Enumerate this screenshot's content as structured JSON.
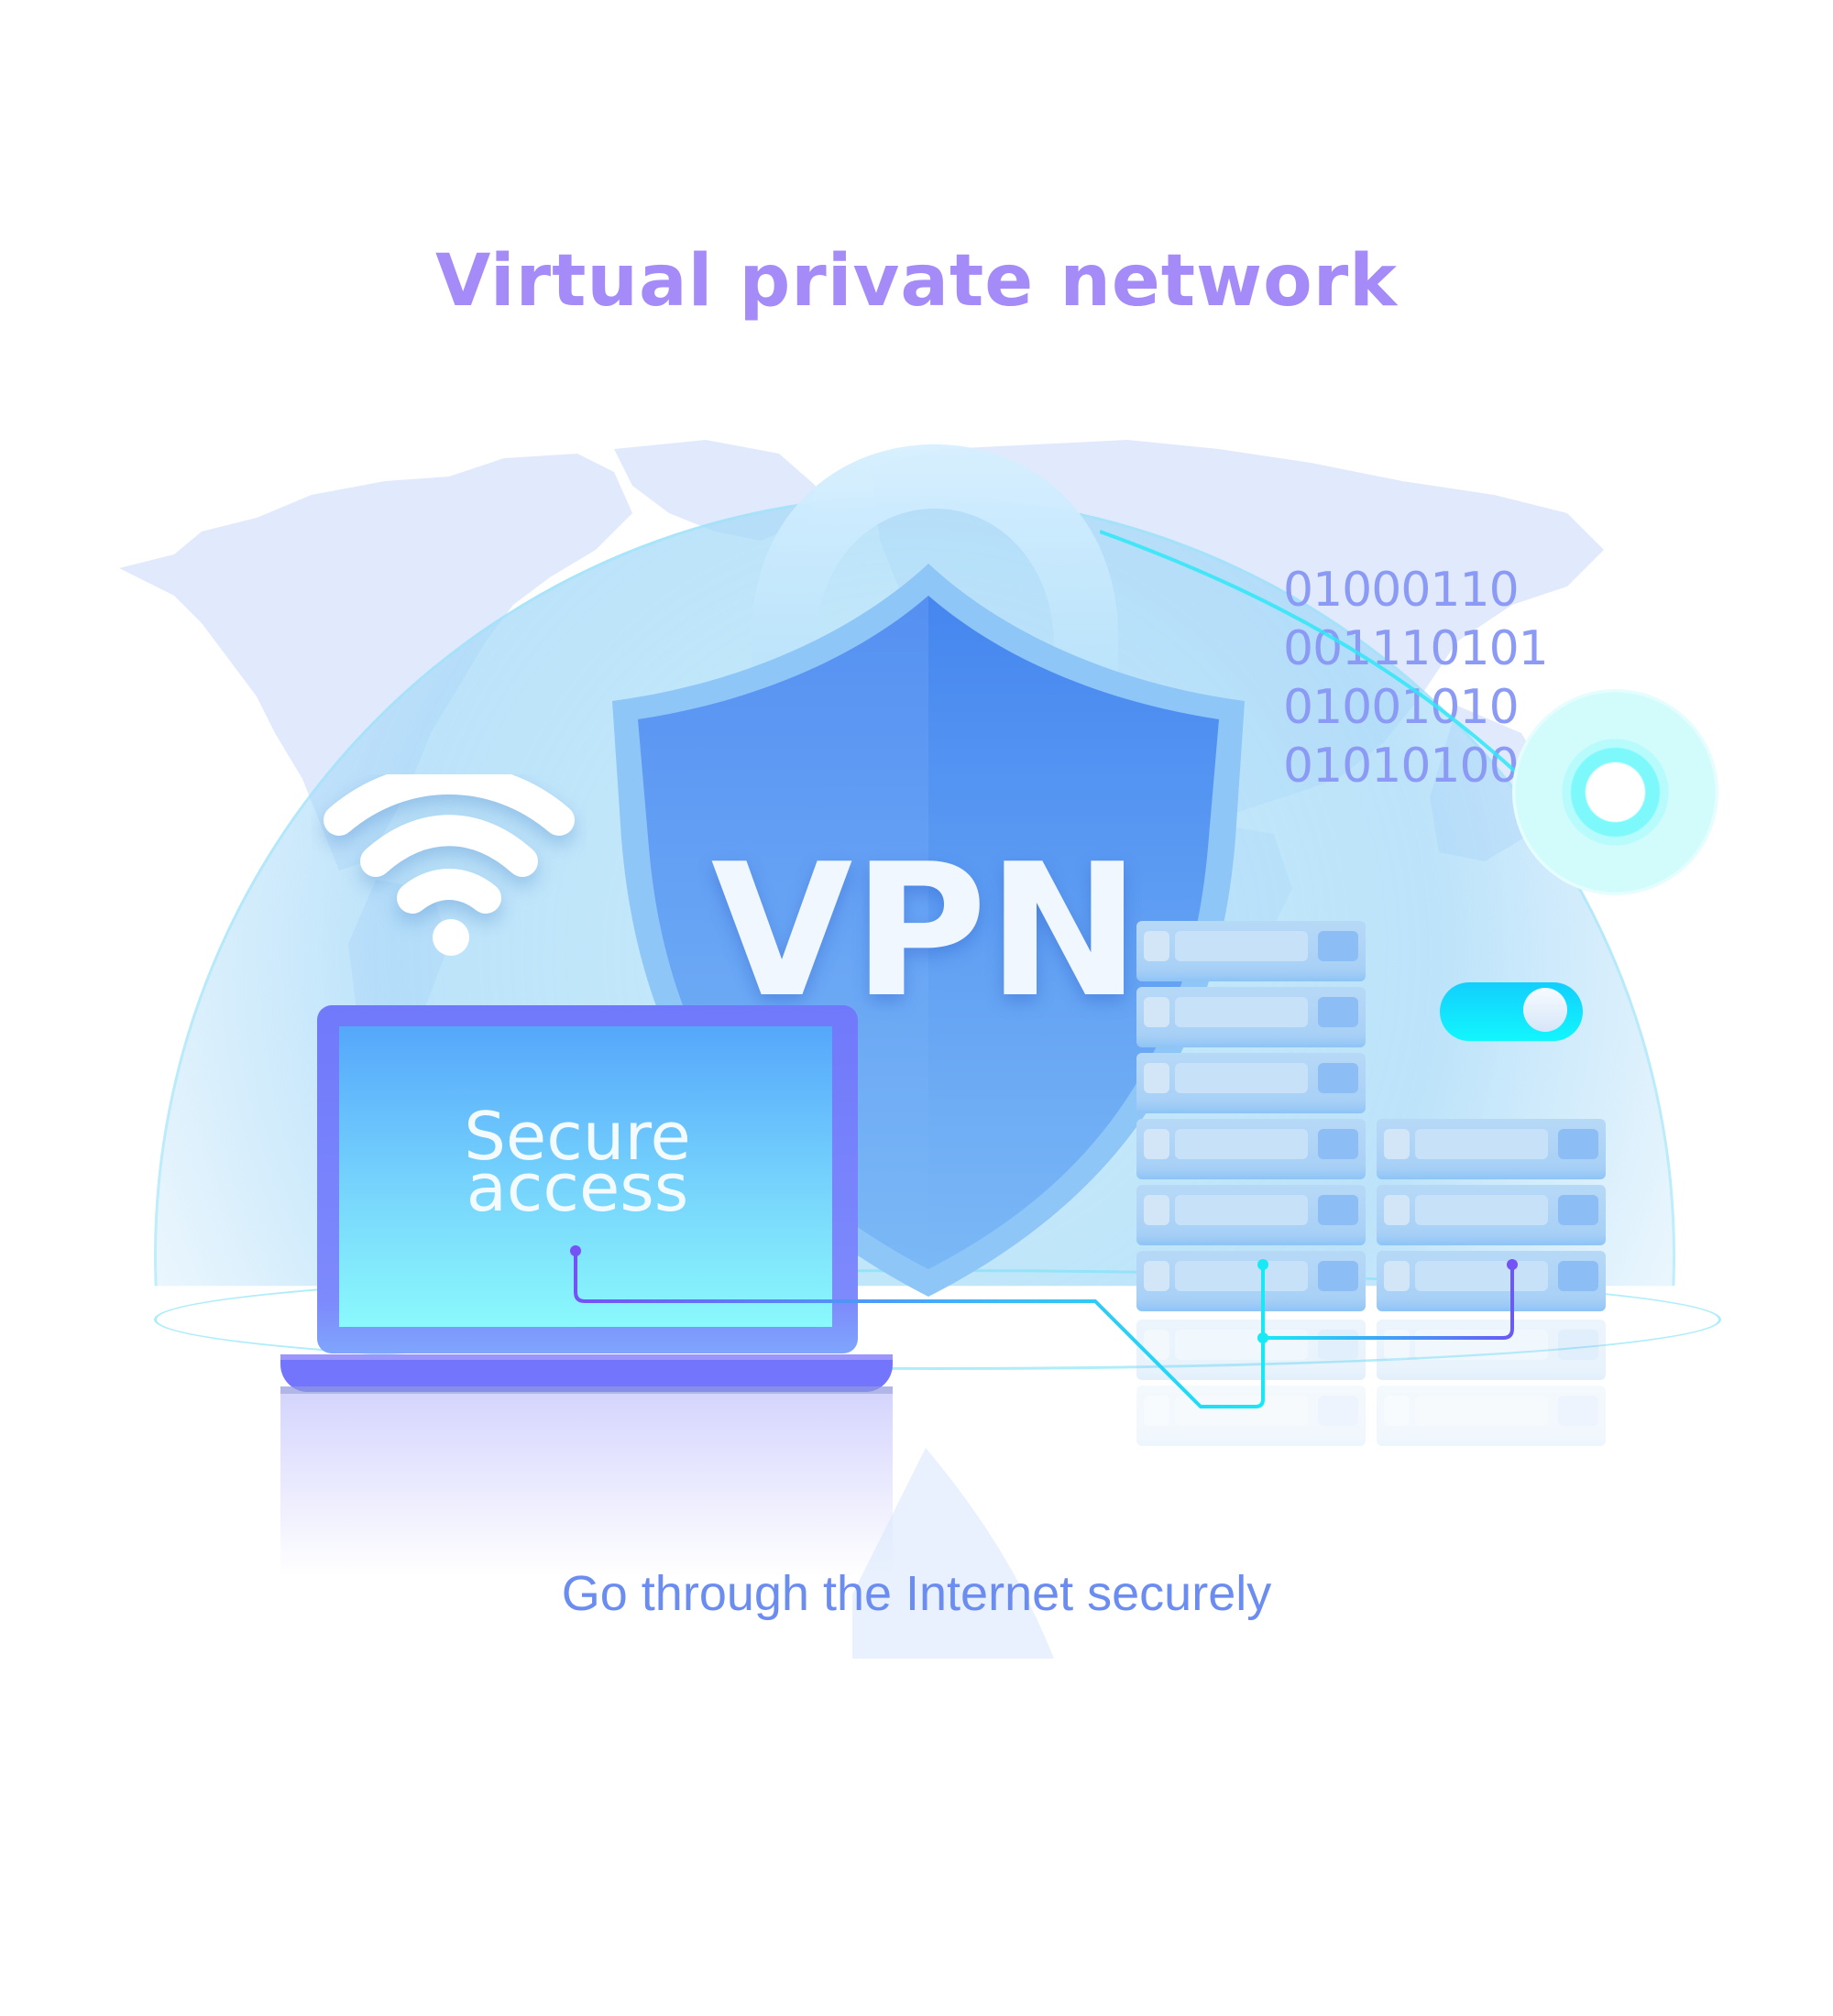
{
  "title": "Virtual private network",
  "tagline": "Go through the Internet securely",
  "shield": {
    "label": "VPN",
    "colors": {
      "left": "#5a96f2",
      "right": "#4a88f0",
      "rim": "#8ec4f6"
    }
  },
  "laptop": {
    "screen_text_line1": "Secure",
    "screen_text_line2": "access",
    "colors": {
      "bezel": "#7079fb",
      "screen_top": "#55a7fb",
      "screen_bottom": "#8af9fc"
    }
  },
  "binary": {
    "lines": [
      "01000110",
      "001110101",
      "01001010",
      "01010100"
    ],
    "color": "#8b9bf5"
  },
  "toggle": {
    "state": "on",
    "color": "#12e0fd"
  },
  "icons": {
    "wifi": "wifi-icon",
    "lock": "padlock-icon",
    "shield": "shield-icon",
    "servers": "server-rack-icon",
    "location": "location-target-icon",
    "map": "world-map"
  },
  "colors": {
    "title": "#a58bf8",
    "tagline": "#6b8cf0",
    "connector_purple": "#7452f5",
    "connector_cyan": "#18e8f5"
  }
}
